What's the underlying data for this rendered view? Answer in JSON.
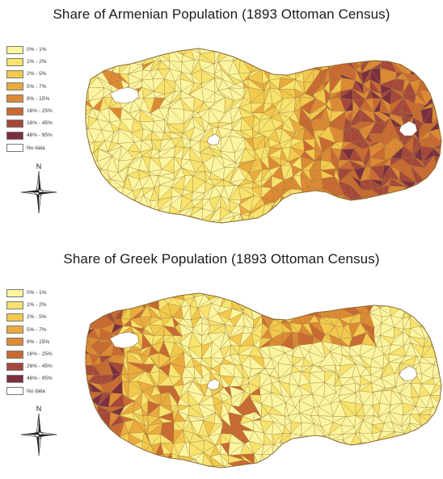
{
  "maps": [
    {
      "title": "Share of Armenian Population (1893 Ottoman Census)",
      "theme": "armenian"
    },
    {
      "title": "Share of Greek Population (1893 Ottoman Census)",
      "theme": "greek"
    }
  ],
  "legend": {
    "classes": [
      {
        "label": "0% - 1%",
        "color": "#fbf5a0"
      },
      {
        "label": "1% - 2%",
        "color": "#f7e36d"
      },
      {
        "label": "2% - 5%",
        "color": "#f2c94d"
      },
      {
        "label": "5% - 7%",
        "color": "#eaab3f"
      },
      {
        "label": "8% - 15%",
        "color": "#dd8a35"
      },
      {
        "label": "16% - 25%",
        "color": "#c96a32"
      },
      {
        "label": "26% - 45%",
        "color": "#a5483b"
      },
      {
        "label": "46% - 95%",
        "color": "#7c2f3f"
      },
      {
        "label": "No data",
        "color": "#ffffff"
      }
    ]
  },
  "compass": {
    "north_label": "N",
    "icon": "compass-rose-icon"
  },
  "colors": {
    "district_border": "#9a7a3a",
    "water": "#ffffff"
  }
}
